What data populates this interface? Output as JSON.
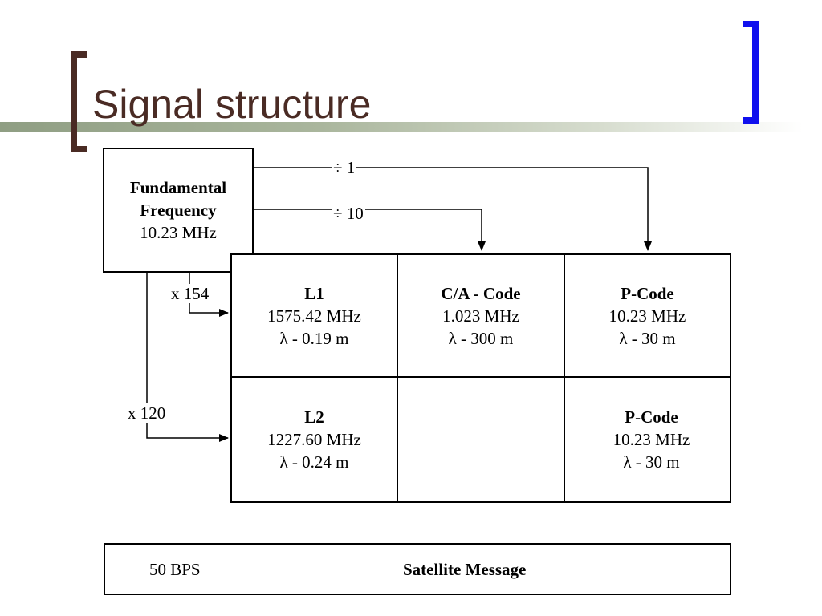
{
  "slide": {
    "title": "Signal structure"
  },
  "diagram": {
    "source": {
      "line1": "Fundamental",
      "line2": "Frequency",
      "line3": "10.23 MHz"
    },
    "dividers": {
      "div1": "÷ 1",
      "div10": "÷ 10"
    },
    "multipliers": {
      "x154": "x 154",
      "x120": "x 120"
    },
    "cells": {
      "l1": {
        "name": "L1",
        "freq": "1575.42 MHz",
        "wavelength": "λ - 0.19 m"
      },
      "ca": {
        "name": "C/A - Code",
        "freq": "1.023 MHz",
        "wavelength": "λ - 300 m"
      },
      "p1": {
        "name": "P-Code",
        "freq": "10.23 MHz",
        "wavelength": "λ - 30 m"
      },
      "l2": {
        "name": "L2",
        "freq": "1227.60 MHz",
        "wavelength": "λ - 0.24 m"
      },
      "p2": {
        "name": "P-Code",
        "freq": "10.23 MHz",
        "wavelength": "λ - 30 m"
      }
    },
    "message": {
      "rate": "50 BPS",
      "label": "Satellite Message"
    }
  },
  "colors": {
    "title": "#4a2b24",
    "left_bracket": "#4a2b24",
    "right_bracket": "#1010ee",
    "rule": "#8f9e83"
  }
}
